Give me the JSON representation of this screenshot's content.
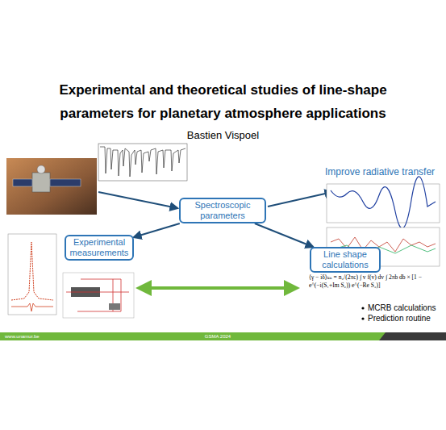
{
  "diagram": {
    "title": "Experimental and theoretical studies of line-shape parameters for planetary atmosphere applications",
    "nodes": [
      {
        "text": [
          "Spectroscopic parameters"
        ]
      },
      {
        "text": [
          "Experimental measurements"
        ]
      },
      {
        "text": [
          "Line shape calculations"
        ]
      }
    ],
    "edges": [
      {
        "from": 0,
        "to": 1,
        "arrow": "to"
      },
      {
        "from": 0,
        "to": 2,
        "arrow": "to"
      }
    ],
    "labels": [
      "Bastien Vispoel",
      "Improve radiative transfer",
      "⟨γ − iδ⟩ₖₙ = n₂/(2πc) ∫ v f(v) dv ∫ 2πb db × [1 − e^(−i(S₁+Im S₂)) e^(−Re S₂)]",
      "MCRB calculations",
      "Prediction routine",
      "www.unamur.be",
      "GSMA 2024"
    ]
  }
}
